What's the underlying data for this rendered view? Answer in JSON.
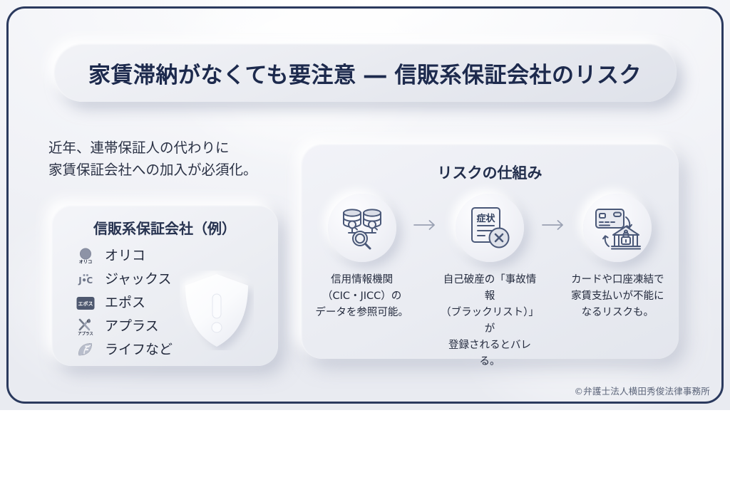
{
  "theme": {
    "accent_navy": "#2b3a5e",
    "title_color": "#1d2a4d",
    "body_color": "#2b3245",
    "icon_stroke": "#4a5878",
    "panel_bg": "#eaecf2",
    "page_bg": "#eef0f5"
  },
  "header": {
    "title": "家賃滞納がなくても要注意 ― 信販系保証会社のリスク"
  },
  "lead": {
    "text": "近年、連帯保証人の代わりに\n家賃保証会社への加入が必須化。"
  },
  "company_card": {
    "title": "信販系保証会社（例）",
    "shield_icon": "shield-exclamation-icon",
    "items": [
      {
        "name": "オリコ",
        "logo": "orico-logo-icon",
        "logo_text": "オリコ"
      },
      {
        "name": "ジャックス",
        "logo": "jaccs-logo-icon",
        "logo_text": "JACCS"
      },
      {
        "name": "エポス",
        "logo": "epos-logo-icon",
        "logo_text": "エポス"
      },
      {
        "name": "アプラス",
        "logo": "aplus-logo-icon",
        "logo_text": "アプラス"
      },
      {
        "name": "ライフなど",
        "logo": "life-logo-icon",
        "logo_text": "Life"
      }
    ]
  },
  "risk_panel": {
    "title": "リスクの仕組み",
    "arrow_icon": "arrow-right-icon",
    "steps": [
      {
        "icon": "database-search-icon",
        "caption": "信用情報機関\n（CIC・JICC）の\nデータを参照可能。"
      },
      {
        "icon": "document-reject-icon",
        "document_label": "症状",
        "caption": "自己破産の「事故情報\n（ブラックリスト）」が\n登録されるとバレる。"
      },
      {
        "icon": "card-bank-lock-icon",
        "caption": "カードや口座凍結で\n家賃支払いが不能に\nなるリスクも。"
      }
    ]
  },
  "footer": {
    "credit": "©弁護士法人横田秀俊法律事務所"
  }
}
